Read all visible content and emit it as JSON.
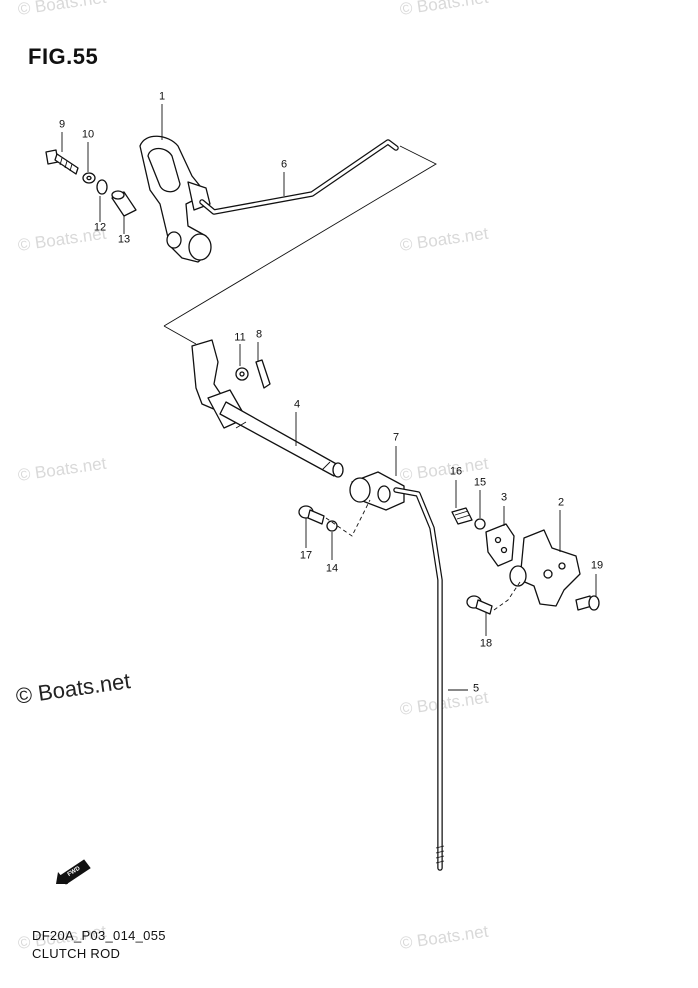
{
  "figure": {
    "title": "FIG.55",
    "code": "DF20A_P03_014_055",
    "name": "CLUTCH ROD"
  },
  "watermark": {
    "text": "© Boats.net",
    "main_text": "© Boats.net"
  },
  "fwd_label": "FWD",
  "callouts": [
    "1",
    "2",
    "3",
    "4",
    "5",
    "6",
    "7",
    "8",
    "9",
    "10",
    "11",
    "12",
    "13",
    "14",
    "15",
    "16",
    "17",
    "18",
    "19"
  ]
}
